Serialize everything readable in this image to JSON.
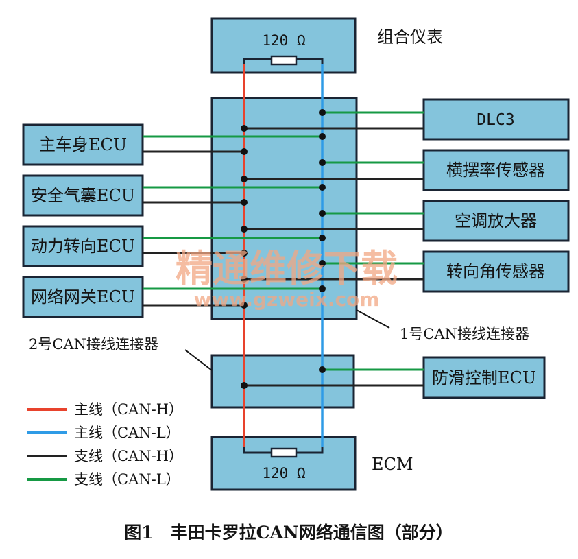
{
  "colors": {
    "box_fill": "#84c4dc",
    "box_stroke": "#1a2433",
    "main_can_h": "#e8432d",
    "main_can_l": "#2f9be6",
    "branch_can_h": "#222222",
    "branch_can_l": "#169944",
    "watermark": "#f2a783"
  },
  "top_module": {
    "resistor": "120 Ω",
    "name": "组合仪表"
  },
  "bottom_module": {
    "resistor": "120 Ω",
    "name": "ECM"
  },
  "left_ecus": [
    "主车身ECU",
    "安全气囊ECU",
    "动力转向ECU",
    "网络网关ECU"
  ],
  "right_ecus": [
    "DLC3",
    "横摆率传感器",
    "空调放大器",
    "转向角传感器"
  ],
  "connector1_label": "1号CAN接线连接器",
  "connector2_label": "2号CAN接线连接器",
  "abs_ecu": "防滑控制ECU",
  "legend": [
    {
      "label": "主线（CAN-H）",
      "color": "#e8432d"
    },
    {
      "label": "主线（CAN-L）",
      "color": "#2f9be6"
    },
    {
      "label": "支线（CAN-H）",
      "color": "#222222"
    },
    {
      "label": "支线（CAN-L）",
      "color": "#169944"
    }
  ],
  "watermark": {
    "line1": "精通维修下载",
    "line2": "www.gzweix.com"
  },
  "caption": "图1　丰田卡罗拉CAN网络通信图（部分）"
}
